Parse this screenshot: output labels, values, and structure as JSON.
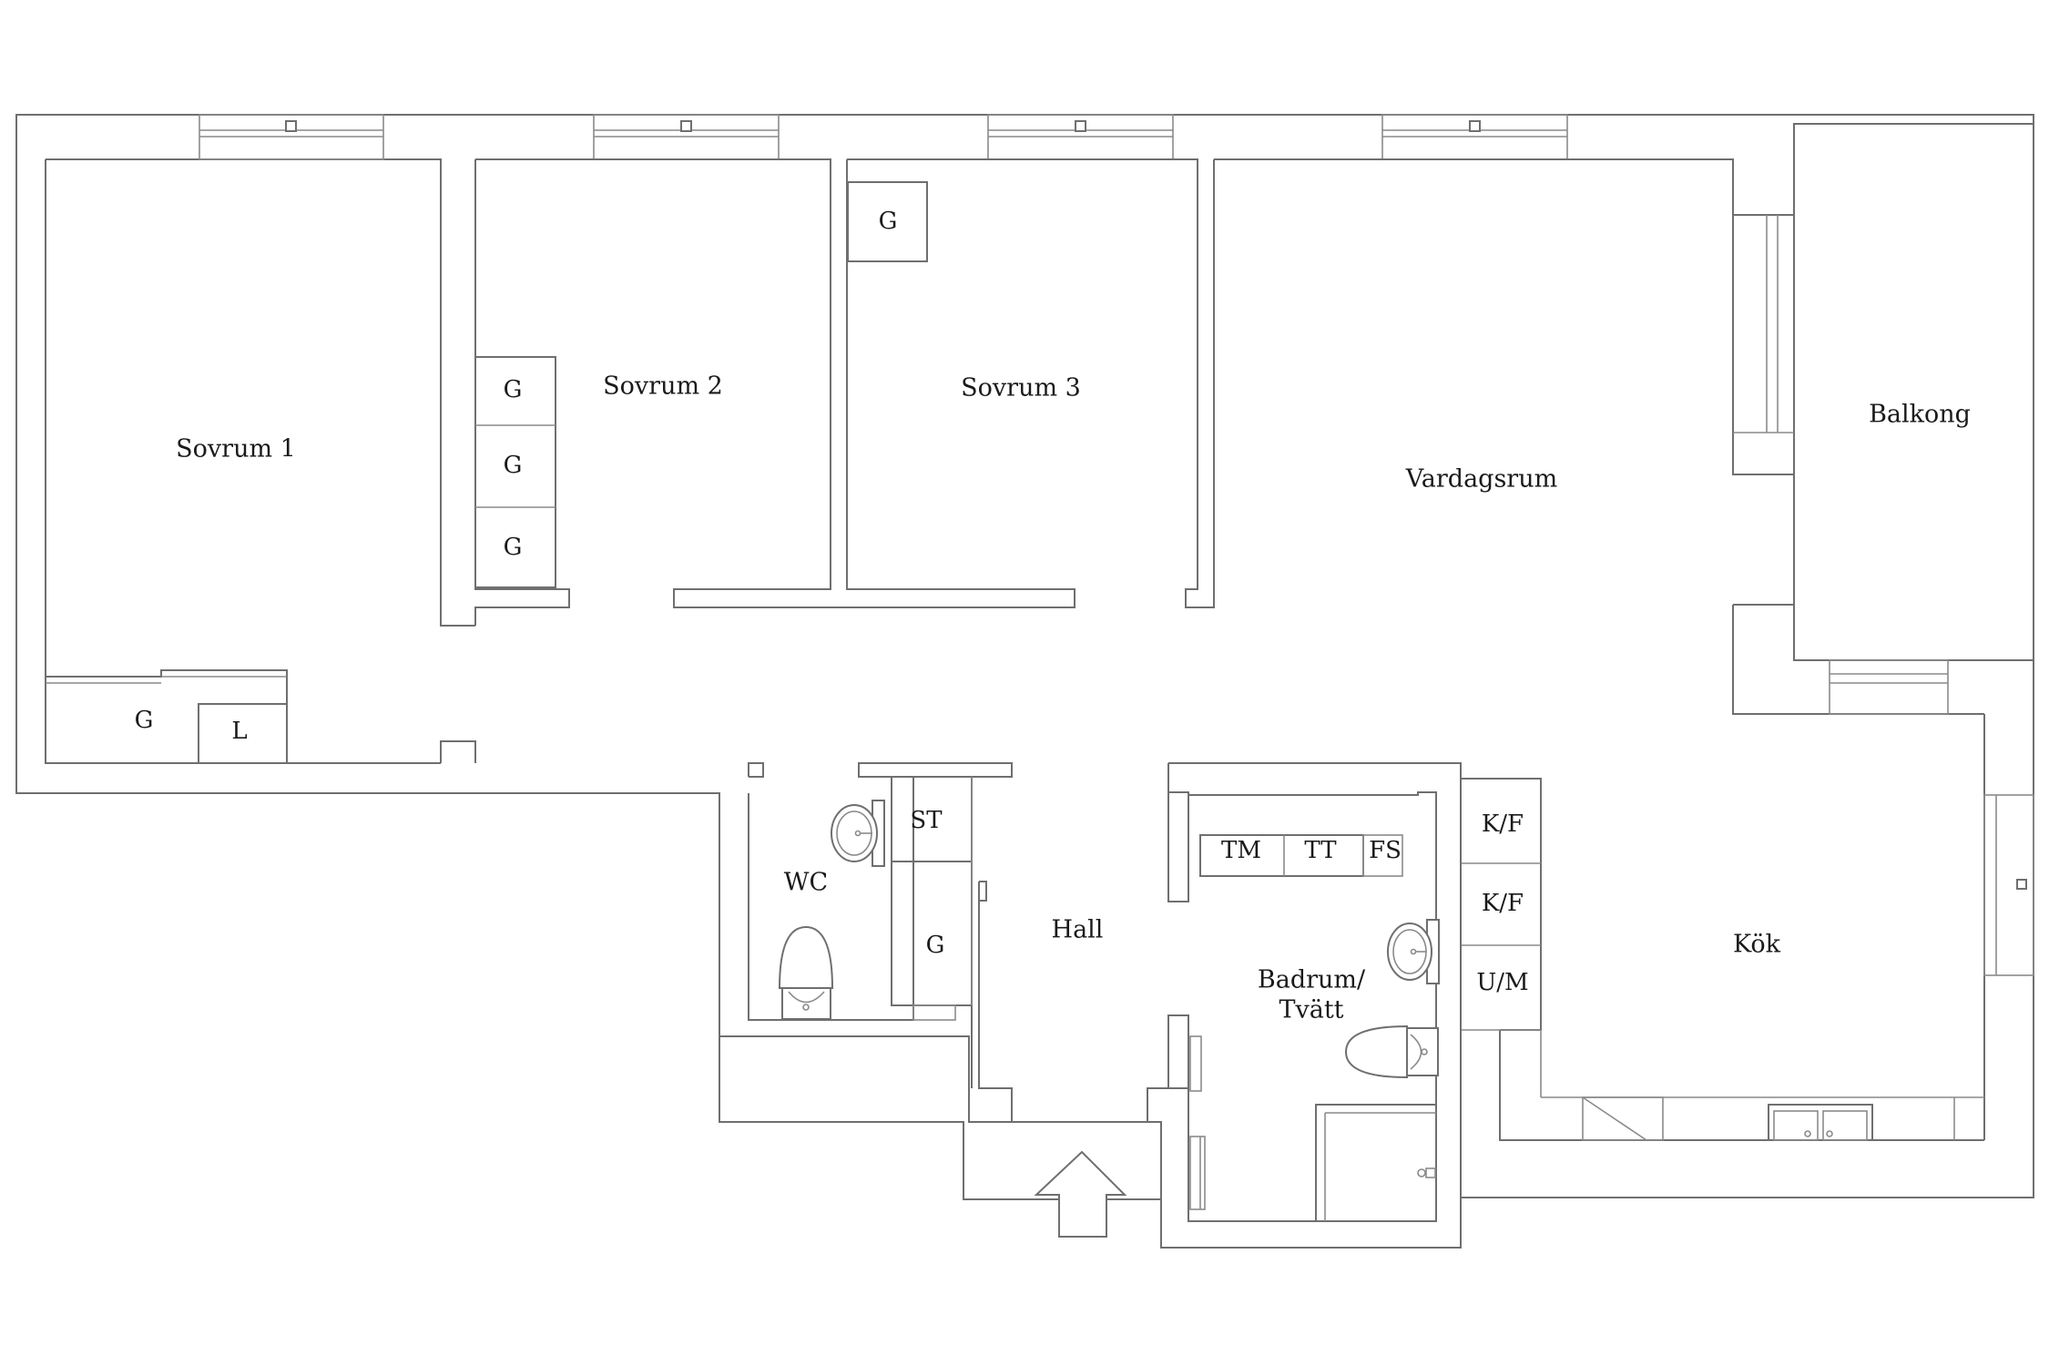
{
  "rooms": {
    "sovrum1": "Sovrum 1",
    "sovrum2": "Sovrum 2",
    "sovrum3": "Sovrum 3",
    "vardagsrum": "Vardagsrum",
    "balkong": "Balkong",
    "wc": "WC",
    "hall": "Hall",
    "badrum_line1": "Badrum/",
    "badrum_line2": "Tvätt",
    "kok": "Kök"
  },
  "fixtures": {
    "garderob": "G",
    "linneskap": "L",
    "stad": "ST",
    "tvattmaskin": "TM",
    "torktumlare": "TT",
    "forvaring": "FS",
    "kyl_frys": "K/F",
    "ugn_mikro": "U/M"
  },
  "icons": [
    "entrance-arrow-icon",
    "washbasin-icon",
    "toilet-icon",
    "kitchen-sink-icon",
    "shower-drain-icon",
    "window-icon"
  ]
}
